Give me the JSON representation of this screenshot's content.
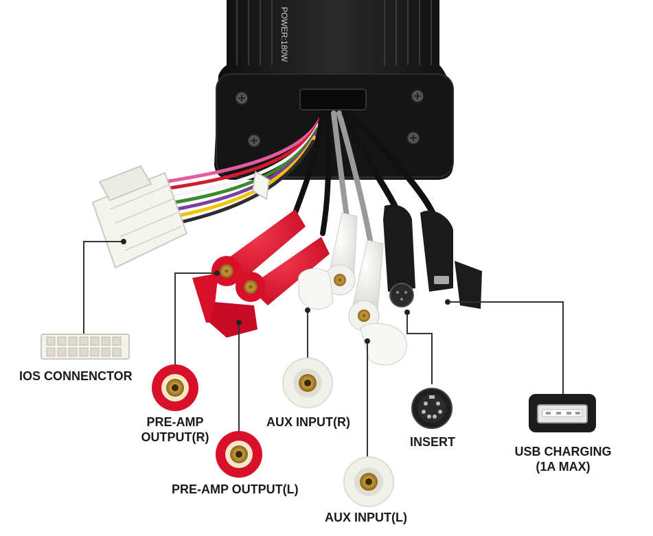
{
  "device": {
    "side_text": "POWER:180W"
  },
  "labels": {
    "ios_connector": "IOS CONNENCTOR",
    "preamp_r_line1": "PRE-AMP",
    "preamp_r_line2": "OUTPUT(R)",
    "preamp_l": "PRE-AMP OUTPUT(L)",
    "aux_r": "AUX INPUT(R)",
    "aux_l": "AUX INPUT(L)",
    "insert": "INSERT",
    "usb_line1": "USB CHARGING",
    "usb_line2": "(1A MAX)"
  },
  "colors": {
    "housing": "#1b1b1b",
    "rca_red": "#d8102a",
    "rca_white": "#f1f1ee",
    "cable_black": "#111111",
    "cable_gray": "#9a9a9a",
    "callout_line": "#333333"
  }
}
